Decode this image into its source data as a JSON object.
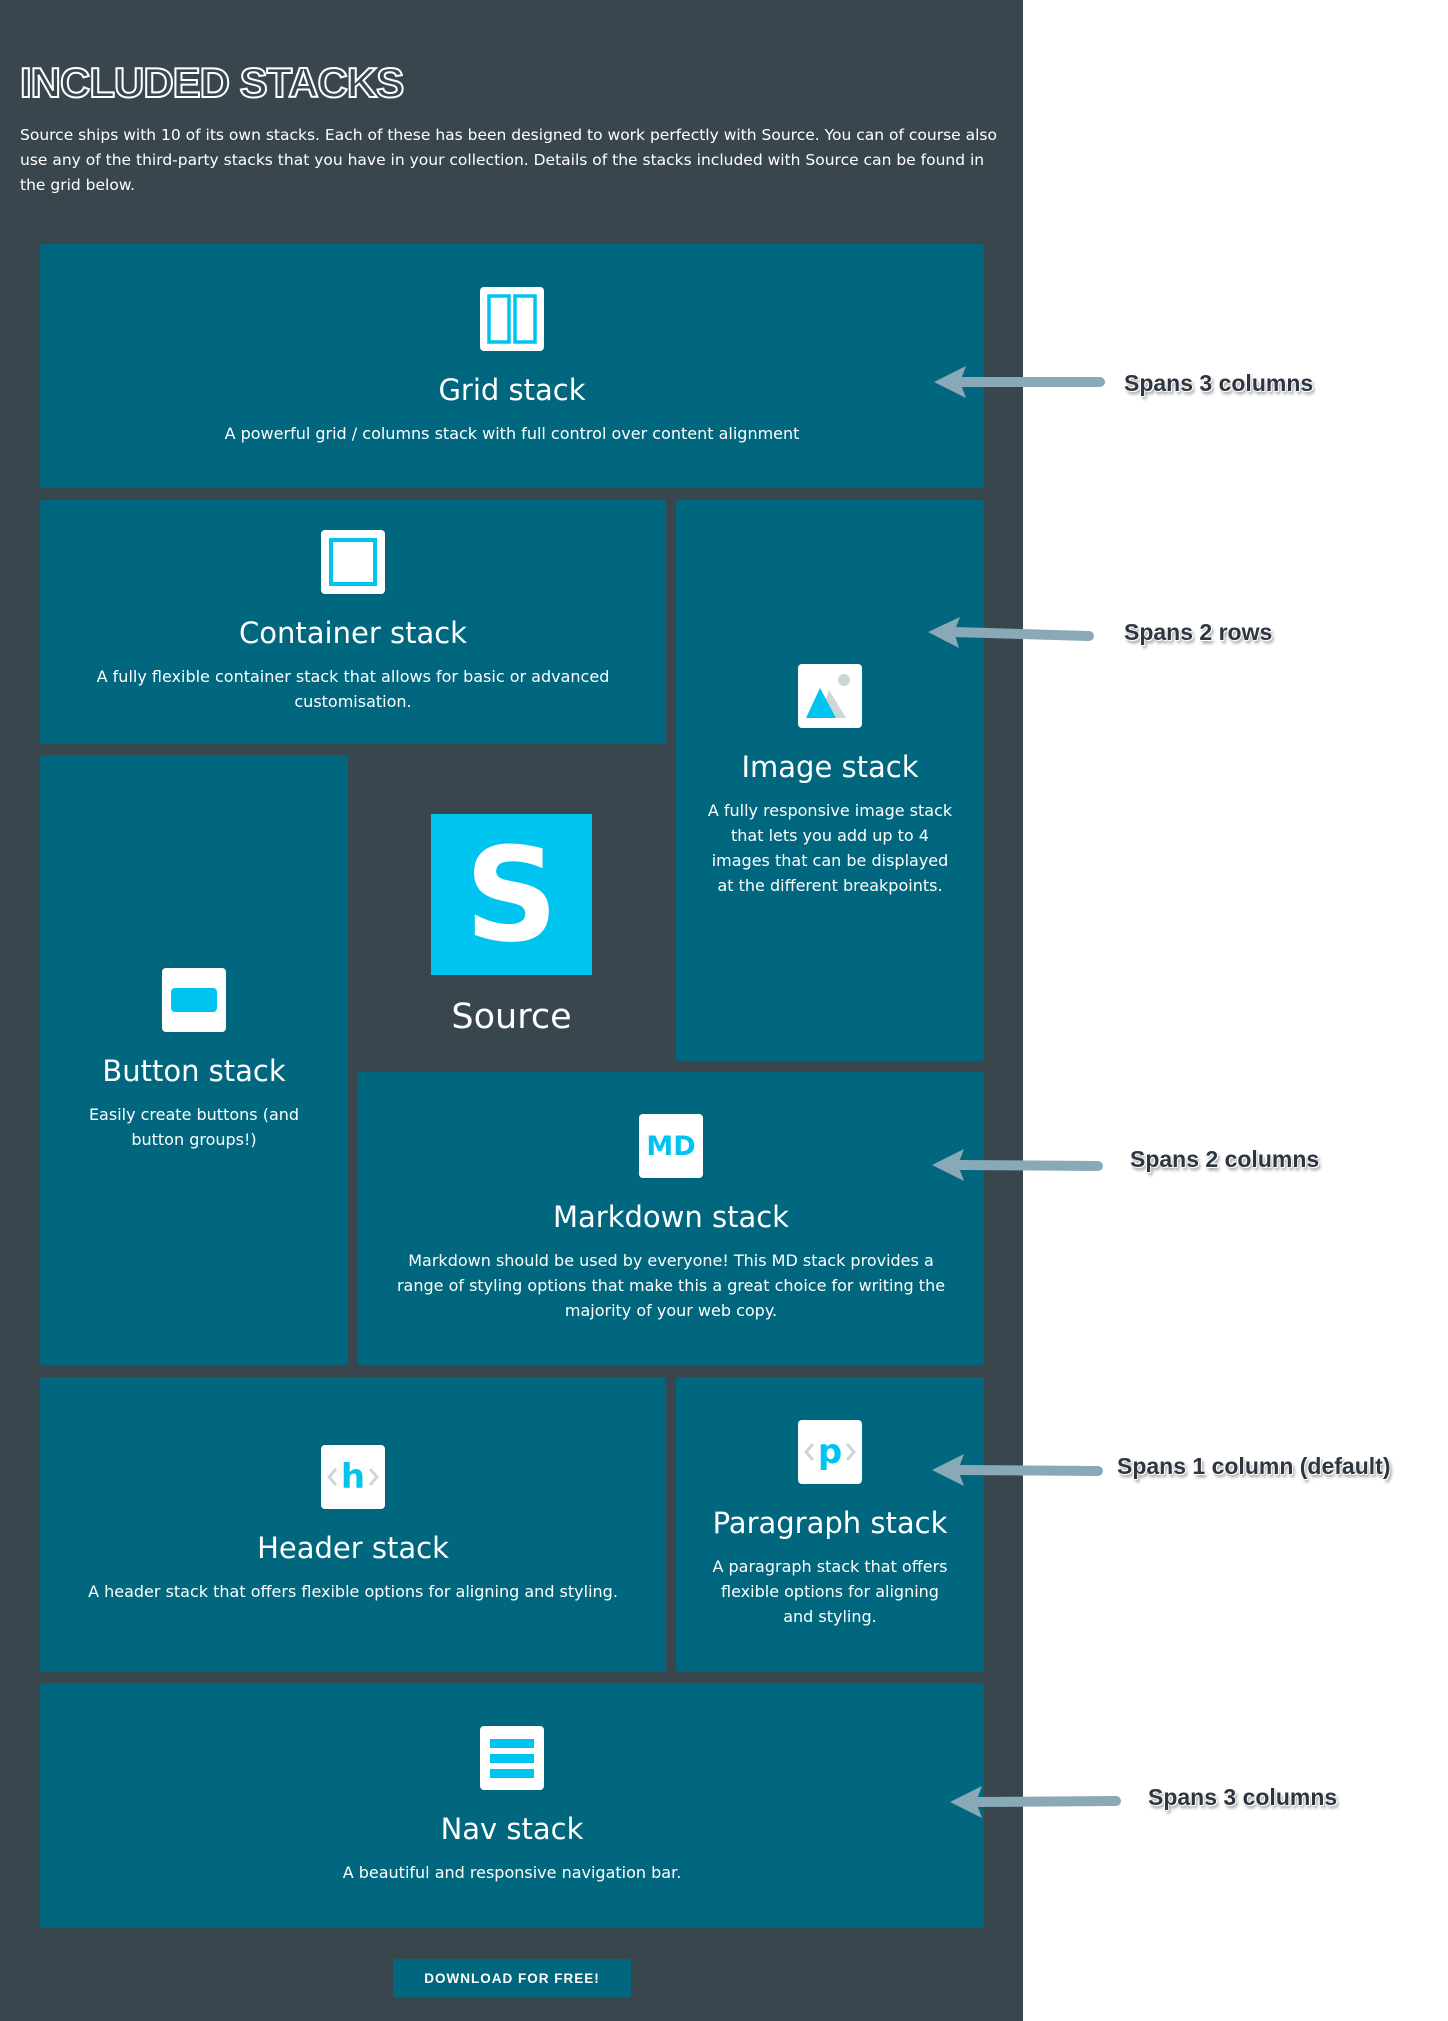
{
  "header": {
    "title": "INCLUDED STACKS",
    "intro": "Source ships with 10 of its own stacks. Each of these has been designed to work perfectly with Source. You can of course also use any of the third-party stacks that you have in your collection. Details of the stacks included with Source can be found in the grid below."
  },
  "stacks": {
    "grid": {
      "title": "Grid stack",
      "desc": "A powerful grid / columns stack with full control over content alignment",
      "icon": "columns-icon"
    },
    "container": {
      "title": "Container stack",
      "desc": "A fully flexible container stack that allows for basic or advanced customisation.",
      "icon": "container-icon"
    },
    "image": {
      "title": "Image stack",
      "desc": "A fully responsive image stack that lets you add up to 4 images that can be displayed at the different breakpoints.",
      "icon": "image-icon"
    },
    "button": {
      "title": "Button stack",
      "desc": "Easily create buttons (and button groups!)",
      "icon": "button-icon"
    },
    "markdown": {
      "title": "Markdown stack",
      "desc": "Markdown should be used by everyone! This MD stack provides a range of styling options that make this a great choice for writing the majority of your web copy.",
      "icon": "markdown-icon",
      "icon_text": "MD"
    },
    "header": {
      "title": "Header stack",
      "desc": "A header stack that offers flexible options for aligning and styling.",
      "icon": "header-icon",
      "icon_text": "h"
    },
    "paragraph": {
      "title": "Paragraph stack",
      "desc": "A paragraph stack that offers flexible options for aligning and styling.",
      "icon": "paragraph-icon",
      "icon_text": "p"
    },
    "nav": {
      "title": "Nav stack",
      "desc": "A beautiful and responsive navigation bar.",
      "icon": "menu-icon"
    }
  },
  "source": {
    "letter": "S",
    "label": "Source",
    "color": "#00c4f0"
  },
  "cta": {
    "label": "DOWNLOAD FOR FREE!"
  },
  "annotations": [
    "Spans 3 columns",
    "Spans 2 rows",
    "Spans 2 columns",
    "Spans 1 column (default)",
    "Spans 3 columns"
  ],
  "colors": {
    "panel_bg": "#3a464e",
    "tile_bg": "#01677f",
    "accent": "#00c4f0",
    "arrow": "#8aa9b8"
  }
}
